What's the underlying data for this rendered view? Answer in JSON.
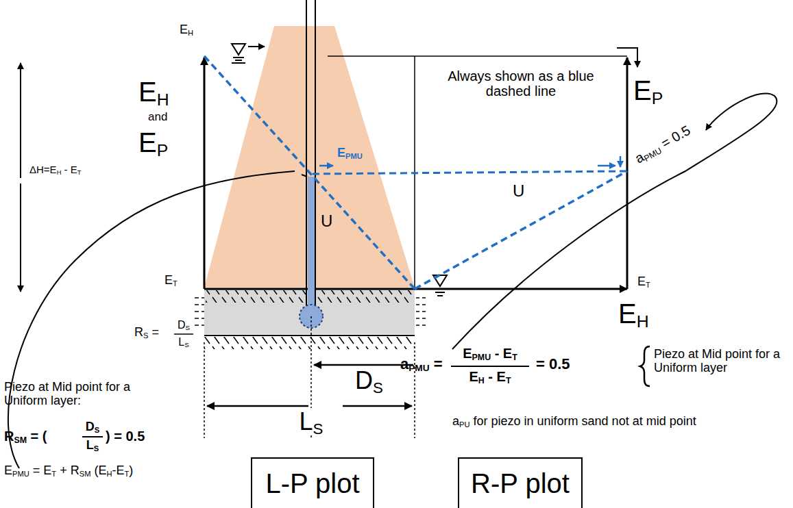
{
  "diagram": {
    "nodes": [
      {
        "text": [
          "L-P plot"
        ]
      },
      {
        "text": [
          "R-P plot"
        ]
      }
    ],
    "labels": [
      "EH",
      "EH",
      "and",
      "EP",
      "ΔH=EH - ET",
      "EPMU",
      "Always shown as a blue dashed line",
      "EP",
      "aPMU = 0.5",
      "U",
      "U",
      "ET",
      "ET",
      "EH",
      "RS =",
      "DS",
      "LS",
      "DS",
      "LS",
      "Piezo at Mid point for a Uniform layer:",
      "RSM = (",
      "DS",
      "LS",
      ") = 0.5",
      "EPMU = ET + RSM (EH-ET)",
      "aPMU =",
      "EPMU - ET",
      "EH - ET",
      "= 0.5",
      "Piezo at Mid point for a Uniform layer",
      "aPU for piezo in uniform sand not at mid point"
    ]
  }
}
